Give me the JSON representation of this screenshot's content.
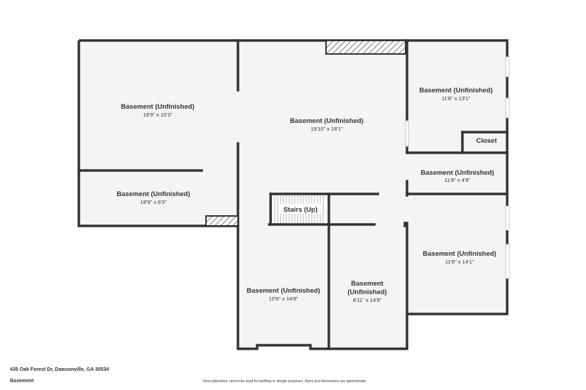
{
  "colors": {
    "wall": "#333333",
    "floor": "#f4f4f4",
    "hatch": "#555555",
    "text": "#333333"
  },
  "rooms": [
    {
      "label": "Basement (Unfinished)",
      "dims": "18'9\" x 15'3\""
    },
    {
      "label": "Basement (Unfinished)",
      "dims": "19'10\" x 18'1\""
    },
    {
      "label": "Basement (Unfinished)",
      "dims": "11'8\" x 13'1\""
    },
    {
      "label": "Closet"
    },
    {
      "label": "Basement (Unfinished)",
      "dims": "11'8\" x 4'8\""
    },
    {
      "label": "Basement (Unfinished)",
      "dims": "18'9\" x 6'3\""
    },
    {
      "label": "Stairs (Up)"
    },
    {
      "label": "Basement (Unfinished)",
      "dims": "11'8\" x 14'1\""
    },
    {
      "label": "Basement (Unfinished)",
      "dims": "10'6\" x 14'8\""
    },
    {
      "label": "Basement",
      "label2": "(Unfinished)",
      "dims": "8'11\" x 14'8\""
    }
  ],
  "footer": {
    "address": "435 Oak Forest Dr, Dawsonville, GA 30534",
    "floor_name": "Basement",
    "disclaimer": "Floor plans/tour cannot be used for building or design purposes. Sizes and dimensions are approximate."
  }
}
